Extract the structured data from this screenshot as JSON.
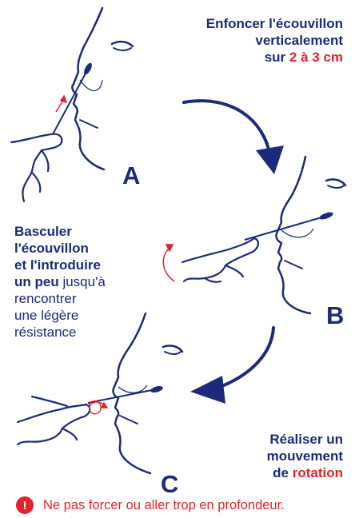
{
  "colors": {
    "navy": "#1b2a7a",
    "red": "#e4222a"
  },
  "step_a": {
    "letter": "A",
    "line1": "Enfoncer l'écouvillon",
    "line2": "verticalement",
    "line3_prefix": "sur ",
    "line3_highlight": "2 à 3 cm"
  },
  "step_b": {
    "letter": "B",
    "line1": "Basculer",
    "line2": "l'écouvillon",
    "line3": "et l'introduire",
    "line4_bold": "un peu",
    "line4_rest": " jusqu'à",
    "line5": "rencontrer",
    "line6": "une légère",
    "line7": "résistance"
  },
  "step_c": {
    "letter": "C",
    "line1": "Réaliser un",
    "line2": "mouvement",
    "line3_prefix": "de ",
    "line3_highlight": "rotation"
  },
  "warning": {
    "icon": "exclamation-icon",
    "icon_glyph": "!",
    "text": "Ne pas forcer ou aller trop en profondeur."
  }
}
